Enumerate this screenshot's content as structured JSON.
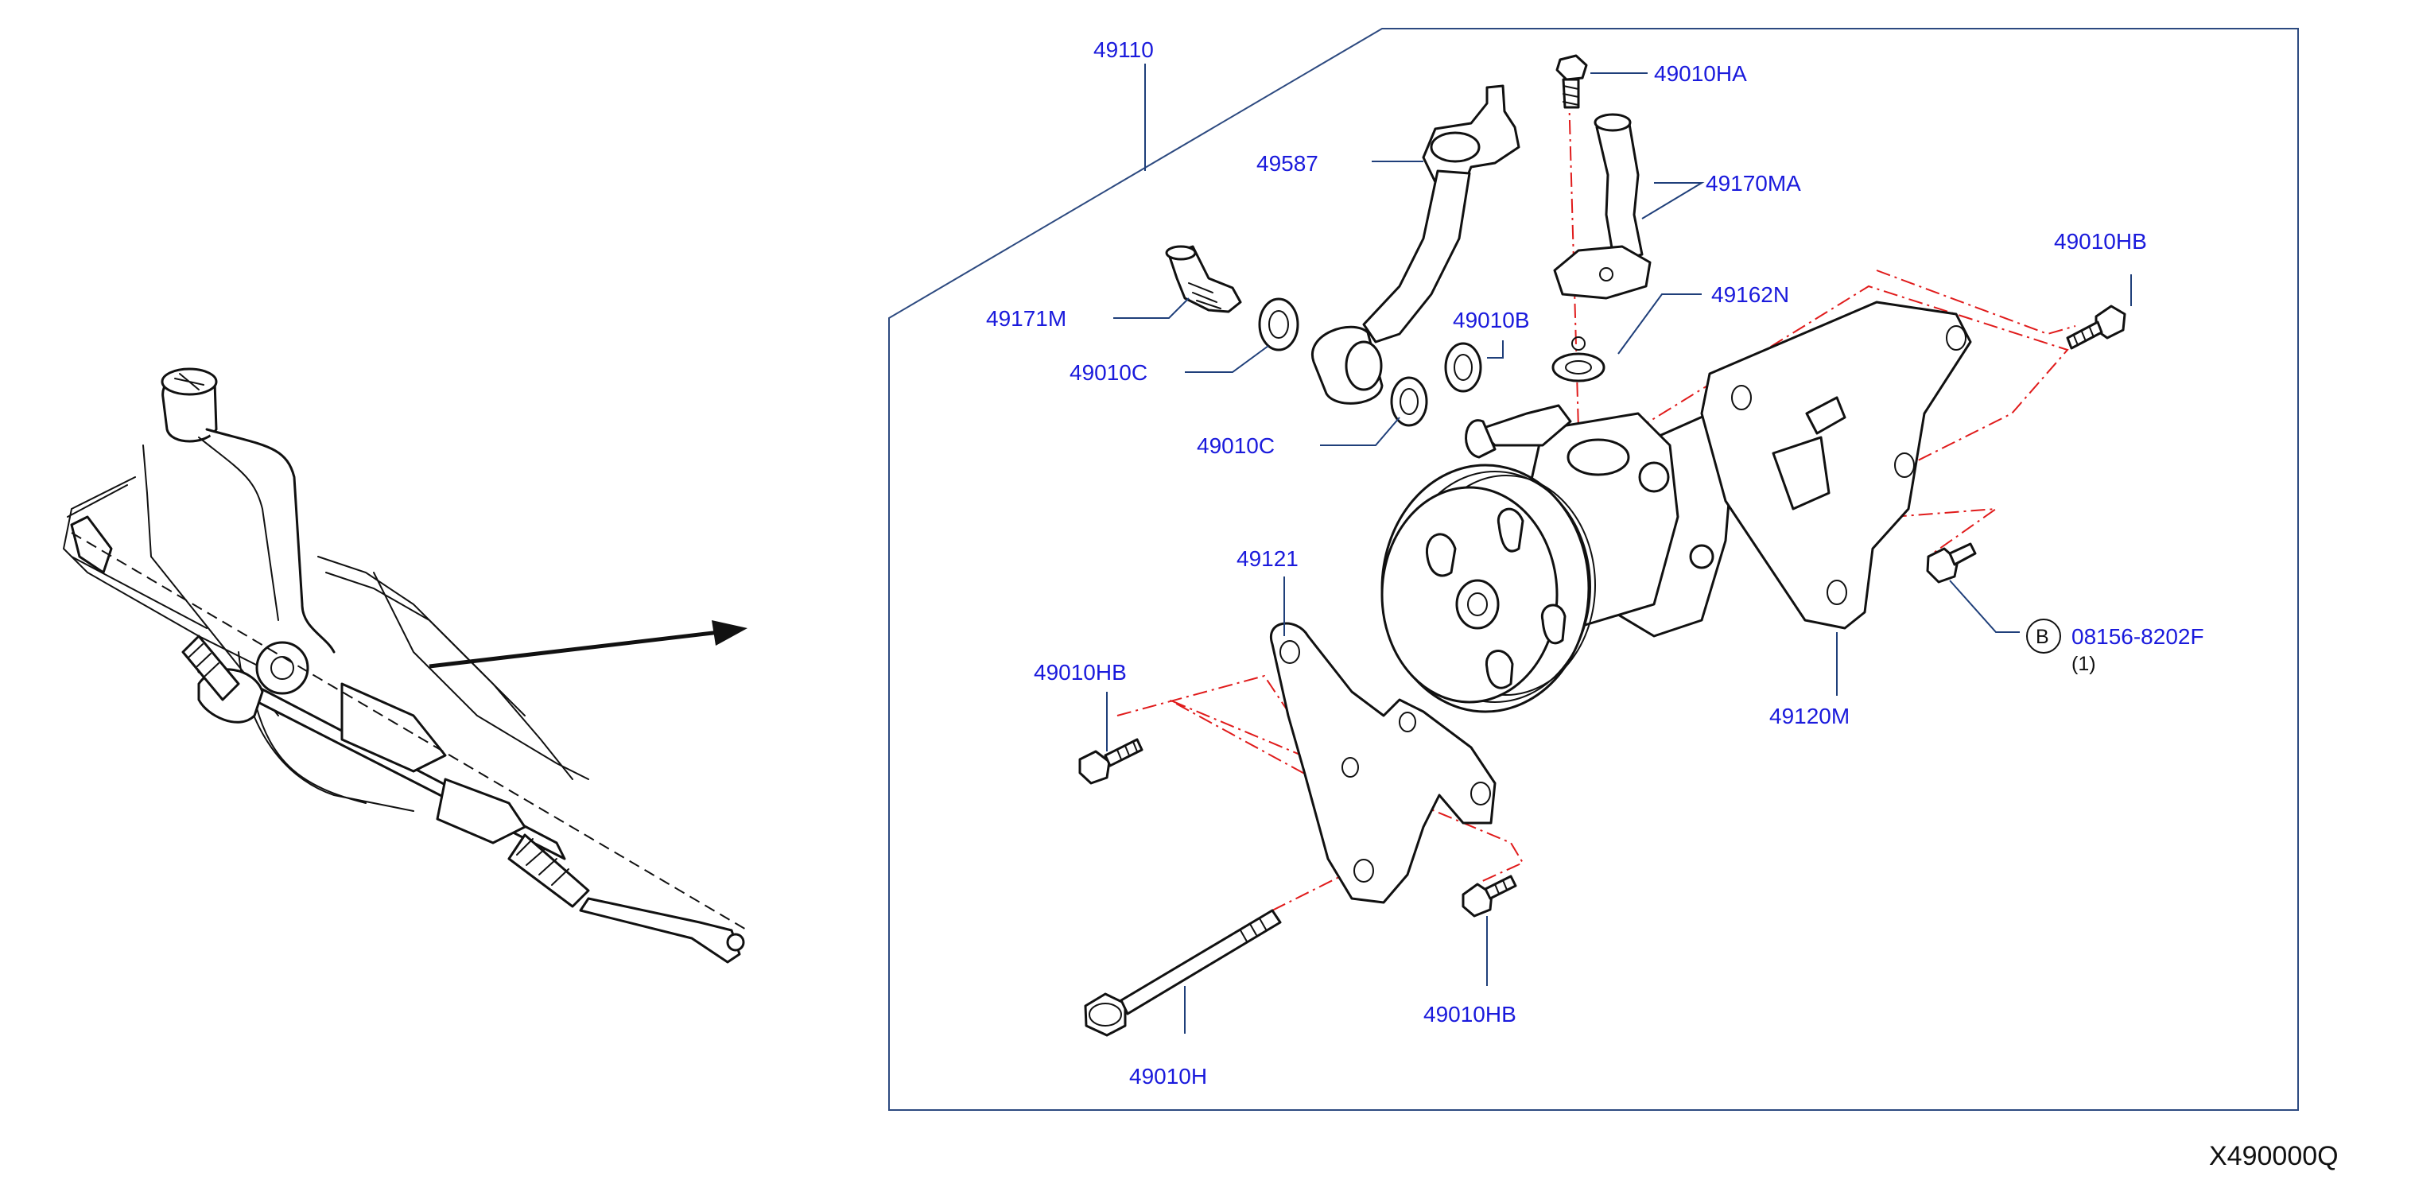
{
  "diagram_code": "X490000Q",
  "callouts": {
    "assembly": "49110",
    "bracket_upper": "49587",
    "bolt_top": "49010HA",
    "suction_pipe": "49170MA",
    "connector": "49171M",
    "washer_left": "49010C",
    "washer_b": "49010B",
    "washer_lower": "49010C",
    "gasket": "49162N",
    "bolt_right": "49010HB",
    "bracket_lower": "49121",
    "bolt_left": "49010HB",
    "bolt_bottom": "49010HB",
    "long_bolt": "49010H",
    "bracket_main": "49120M",
    "ref_part": "08156-8202F",
    "ref_qty": "(1)",
    "ref_circle": "B"
  }
}
